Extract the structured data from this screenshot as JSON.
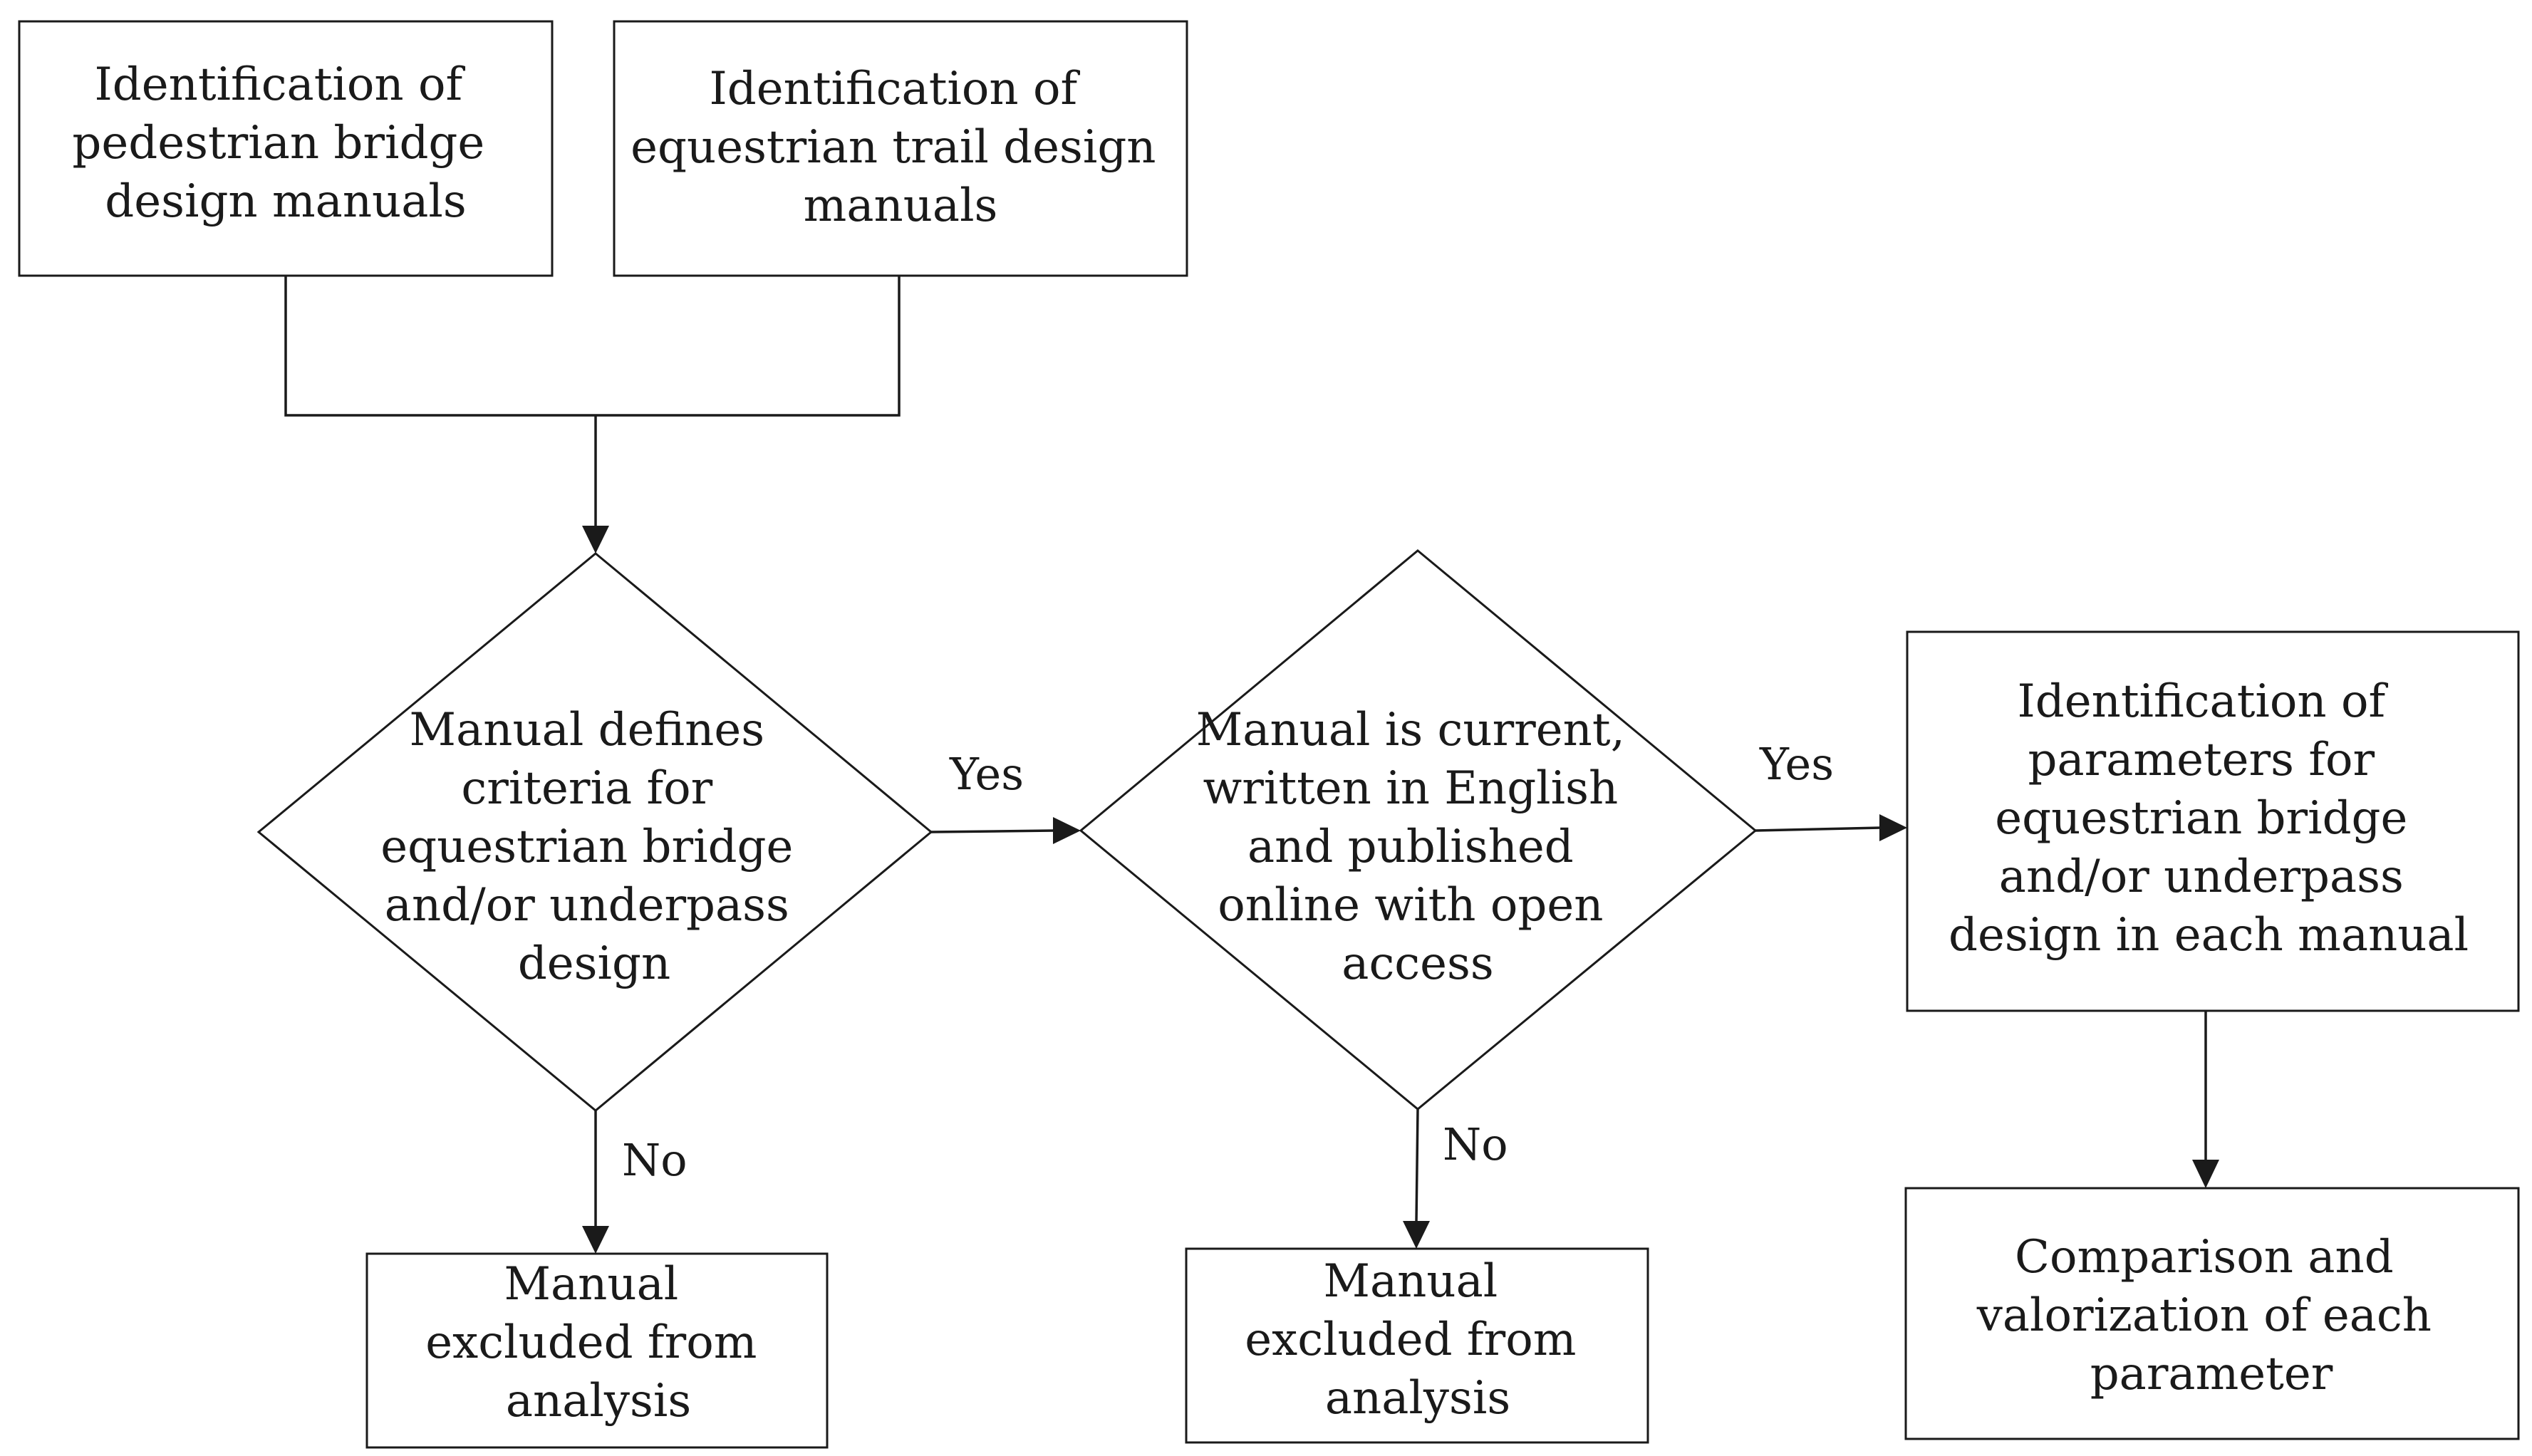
{
  "nodes": {
    "pedestrian_manuals": {
      "lines": [
        "Identification of",
        "pedestrian bridge",
        "design manuals"
      ]
    },
    "equestrian_trail_manuals": {
      "lines": [
        "Identification of",
        "equestrian trail design",
        "manuals"
      ]
    },
    "decision_criteria": {
      "lines": [
        "Manual defines",
        "criteria for",
        "equestrian bridge",
        "and/or underpass",
        "design"
      ]
    },
    "decision_current": {
      "lines": [
        "Manual is current,",
        "written in English",
        "and published",
        "online with open",
        "access"
      ]
    },
    "identify_parameters": {
      "lines": [
        "Identification of",
        "parameters for",
        "equestrian bridge",
        "and/or underpass",
        "design in each manual"
      ]
    },
    "excluded_1": {
      "lines": [
        "Manual",
        "excluded from",
        "analysis"
      ]
    },
    "excluded_2": {
      "lines": [
        "Manual",
        "excluded from",
        "analysis"
      ]
    },
    "comparison": {
      "lines": [
        "Comparison and",
        "valorization of each",
        "parameter"
      ]
    }
  },
  "edges": {
    "yes_1": "Yes",
    "yes_2": "Yes",
    "no_1": "No",
    "no_2": "No"
  }
}
